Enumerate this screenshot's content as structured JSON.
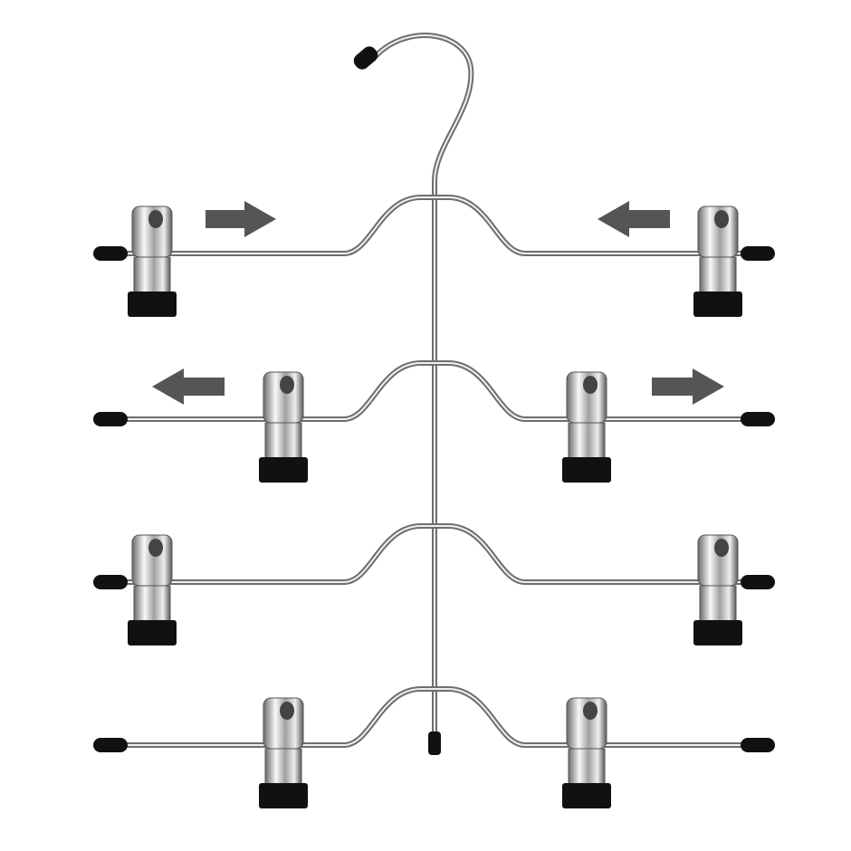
{
  "product": {
    "colors": {
      "background": "#ffffff",
      "chrome": "#c8c8c8",
      "chrome_dark": "#6e6e6e",
      "rubber": "#111111",
      "arrow": "#555555"
    },
    "tiers": [
      {
        "clips": "outer",
        "arrows": [
          "right",
          "left"
        ]
      },
      {
        "clips": "inner",
        "arrows": [
          "left",
          "right"
        ]
      },
      {
        "clips": "outer",
        "arrows": []
      },
      {
        "clips": "inner",
        "arrows": []
      }
    ]
  }
}
